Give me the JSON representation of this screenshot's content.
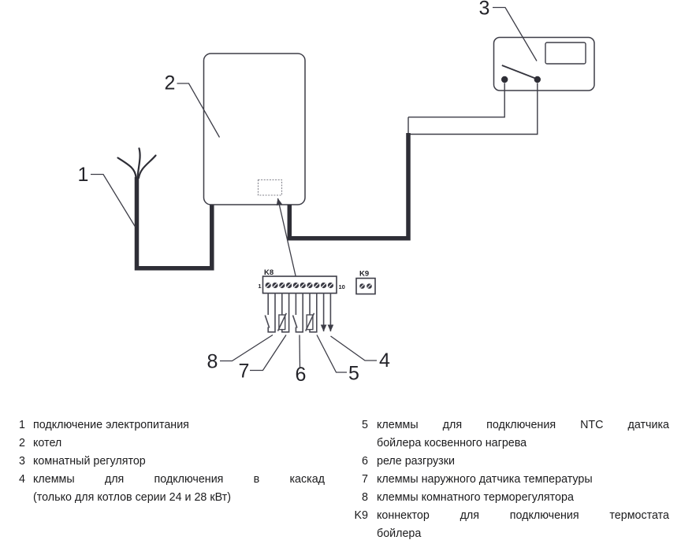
{
  "diagram": {
    "callouts": {
      "power_supply": "1",
      "boiler": "2",
      "room_regulator": "3",
      "cascade_terminals": "4",
      "ntc_boiler_sensor_terminals": "5",
      "unload_relay": "6",
      "outdoor_sensor_terminals": "7",
      "room_thermostat_terminals": "8"
    },
    "k8_block": {
      "label": "K8",
      "terminal_first": "1",
      "terminal_last": "10"
    },
    "k9_block": {
      "label": "K9"
    }
  },
  "legend": {
    "left": [
      {
        "num": "1",
        "lines": [
          "подключение электропитания"
        ]
      },
      {
        "num": "2",
        "lines": [
          "котел"
        ]
      },
      {
        "num": "3",
        "lines": [
          "комнатный регулятор"
        ]
      },
      {
        "num": "4",
        "lines": [
          "клеммы для подключения в каскад",
          "(только для котлов серии 24 и 28 кВт)"
        ]
      }
    ],
    "right": [
      {
        "num": "5",
        "lines": [
          "клеммы для подключения NTC датчика",
          "бойлера косвенного нагрева"
        ]
      },
      {
        "num": "6",
        "lines": [
          "реле разгрузки"
        ]
      },
      {
        "num": "7",
        "lines": [
          "клеммы наружного датчика температуры"
        ]
      },
      {
        "num": "8",
        "lines": [
          "клеммы комнатного терморегулятора"
        ]
      },
      {
        "num": "K9",
        "lines": [
          "коннектор для подключения термостата",
          "бойлера"
        ]
      }
    ]
  },
  "colors": {
    "line": "#3d3d47",
    "thick_wire": "#2e2e36",
    "text": "#1b1b1d",
    "background": "#ffffff"
  }
}
